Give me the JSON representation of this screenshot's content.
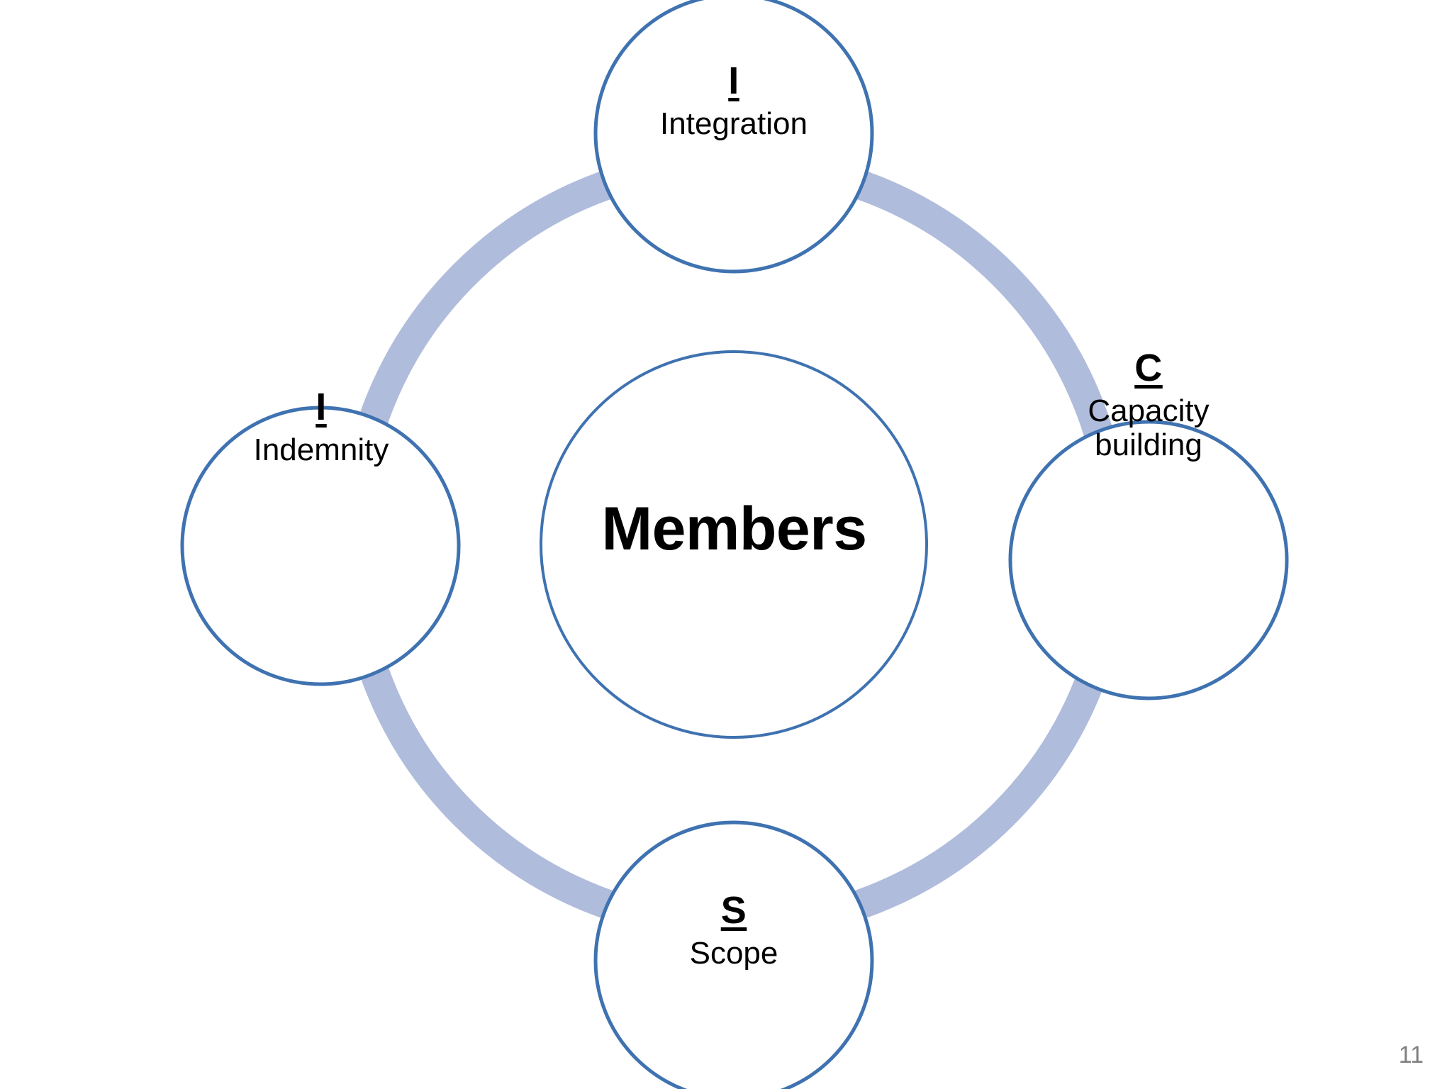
{
  "slide": {
    "page_number": "11",
    "background_color": "#ffffff"
  },
  "colors": {
    "ring": "#b0bcdc",
    "circle_outline": "#3f72b0",
    "circle_fill": "#ffffff",
    "text": "#000000",
    "page_number": "#808080"
  },
  "hub": {
    "label": "Members"
  },
  "satellites": [
    {
      "position": "top",
      "initial": "I",
      "label": "Integration",
      "label_lines": [
        "Integration"
      ]
    },
    {
      "position": "right",
      "initial": "C",
      "label": "Capacity building",
      "label_lines": [
        "Capacity",
        "building"
      ]
    },
    {
      "position": "bottom",
      "initial": "S",
      "label": "Scope",
      "label_lines": [
        "Scope"
      ]
    },
    {
      "position": "left",
      "initial": "I",
      "label": "Indemnity",
      "label_lines": [
        "Indemnity"
      ]
    }
  ]
}
